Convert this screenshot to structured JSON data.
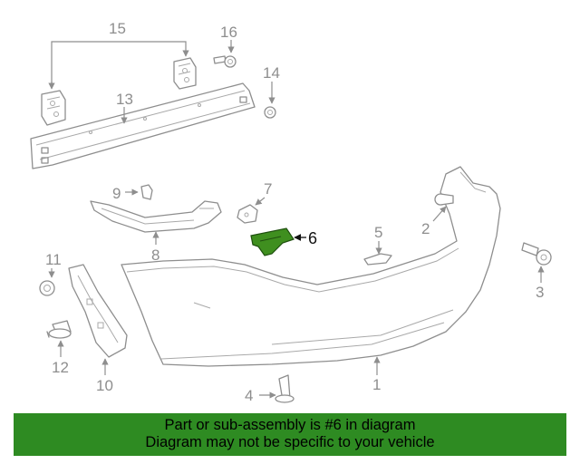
{
  "diagram": {
    "callouts": [
      {
        "id": "1",
        "text": "1"
      },
      {
        "id": "2",
        "text": "2"
      },
      {
        "id": "3",
        "text": "3"
      },
      {
        "id": "4",
        "text": "4"
      },
      {
        "id": "5",
        "text": "5"
      },
      {
        "id": "6",
        "text": "6"
      },
      {
        "id": "7",
        "text": "7"
      },
      {
        "id": "8",
        "text": "8"
      },
      {
        "id": "9",
        "text": "9"
      },
      {
        "id": "10",
        "text": "10"
      },
      {
        "id": "11",
        "text": "11"
      },
      {
        "id": "12",
        "text": "12"
      },
      {
        "id": "13",
        "text": "13"
      },
      {
        "id": "14",
        "text": "14"
      },
      {
        "id": "15",
        "text": "15"
      },
      {
        "id": "16",
        "text": "16"
      }
    ],
    "highlighted_part": "6",
    "colors": {
      "highlight": "#3f8f1f",
      "line": "#8e8e8e",
      "banner": "#2e8b22"
    }
  },
  "banner": {
    "line1": "Part or sub-assembly is #6 in diagram",
    "line2": "Diagram may not be specific to your vehicle"
  }
}
